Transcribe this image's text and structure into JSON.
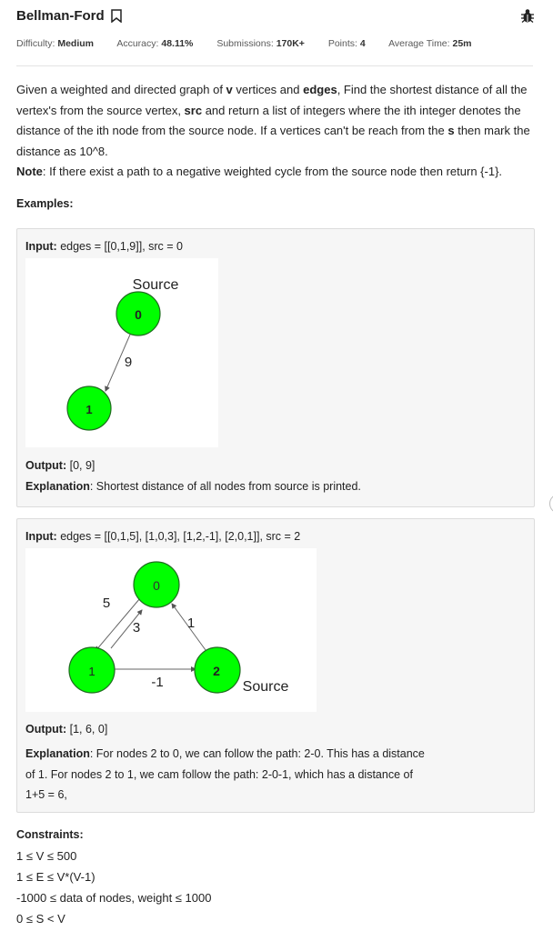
{
  "problem": {
    "title": "Bellman-Ford",
    "meta": [
      {
        "label": "Difficulty: ",
        "value": "Medium"
      },
      {
        "label": "Accuracy: ",
        "value": "48.11%"
      },
      {
        "label": "Submissions: ",
        "value": "170K+"
      },
      {
        "label": "Points: ",
        "value": "4"
      },
      {
        "label": "Average Time: ",
        "value": "25m"
      }
    ],
    "description": {
      "p1": "Given a weighted and directed graph of ",
      "v": "v",
      "p2": " vertices and ",
      "edges": "edges",
      "p3": ", Find the shortest distance of all the vertex's from the source vertex, ",
      "src": "src",
      "p4": " and return a list of integers where the ith integer denotes the distance of the ith node from the source node. If a vertices can't be reach from the ",
      "s": "s",
      "p5": " then mark the distance as 10^8.",
      "note_label": "Note",
      "note_text": ": If there exist a path to a negative weighted cycle from the source node then return {-1}."
    },
    "examples_heading": "Examples:",
    "examples": [
      {
        "input_label": "Input:",
        "input": "edges = [[0,1,9]], src = 0",
        "graph": {
          "source_label": "Source",
          "nodes": [
            "0",
            "1"
          ],
          "edge_weights": [
            "9"
          ]
        },
        "output_label": "Output:",
        "output": "[0, 9]",
        "explanation_label": "Explanation",
        "explanation": ": Shortest distance of all nodes from source is printed."
      },
      {
        "input_label": "Input:",
        "input": "edges = [[0,1,5], [1,0,3], [1,2,-1], [2,0,1]], src = 2",
        "graph": {
          "source_label": "Source",
          "nodes": [
            "0",
            "1",
            "2"
          ],
          "edge_weights": [
            "5",
            "3",
            "1",
            "-1"
          ]
        },
        "output_label": "Output:",
        "output": "[1, 6, 0]",
        "explanation_label": "Explanation",
        "explanation_lines": [
          ": For nodes 2 to 0, we can follow the path: 2-0. This has a distance",
          "of 1. For nodes 2 to 1, we cam follow the path: 2-0-1, which has a distance of",
          "1+5 = 6,"
        ]
      }
    ],
    "constraints": {
      "heading": "Constraints:",
      "items": [
        "1 ≤ V ≤ 500",
        "1 ≤ E ≤ V*(V-1)",
        "-1000 ≤ data of nodes, weight ≤ 1000",
        "0 ≤ S < V"
      ]
    }
  },
  "colors": {
    "node_fill": "#00ff00",
    "node_stroke": "#1f6b1f",
    "card_bg": "#f6f6f6"
  }
}
